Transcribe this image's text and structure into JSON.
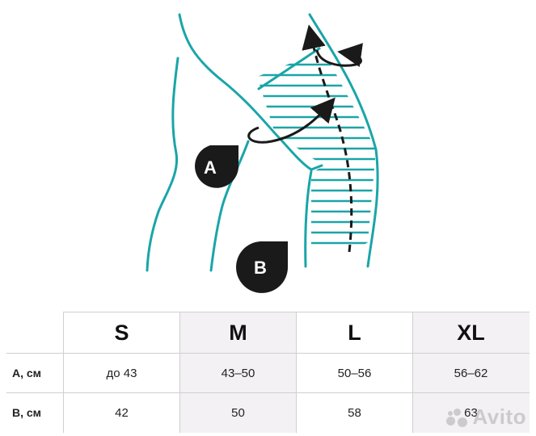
{
  "diagram": {
    "label_a": "A",
    "label_b": "B",
    "colors": {
      "outline": "#1aa5a8",
      "arrow": "#1a1a1a",
      "badge": "#1a1a1a"
    }
  },
  "size_table": {
    "headers": [
      "",
      "S",
      "M",
      "L",
      "XL"
    ],
    "rows": [
      {
        "label": "A, см",
        "values": [
          "до 43",
          "43–50",
          "50–56",
          "56–62"
        ]
      },
      {
        "label": "B, см",
        "values": [
          "42",
          "50",
          "58",
          "63"
        ]
      }
    ]
  },
  "watermark": {
    "text": "Avito"
  }
}
